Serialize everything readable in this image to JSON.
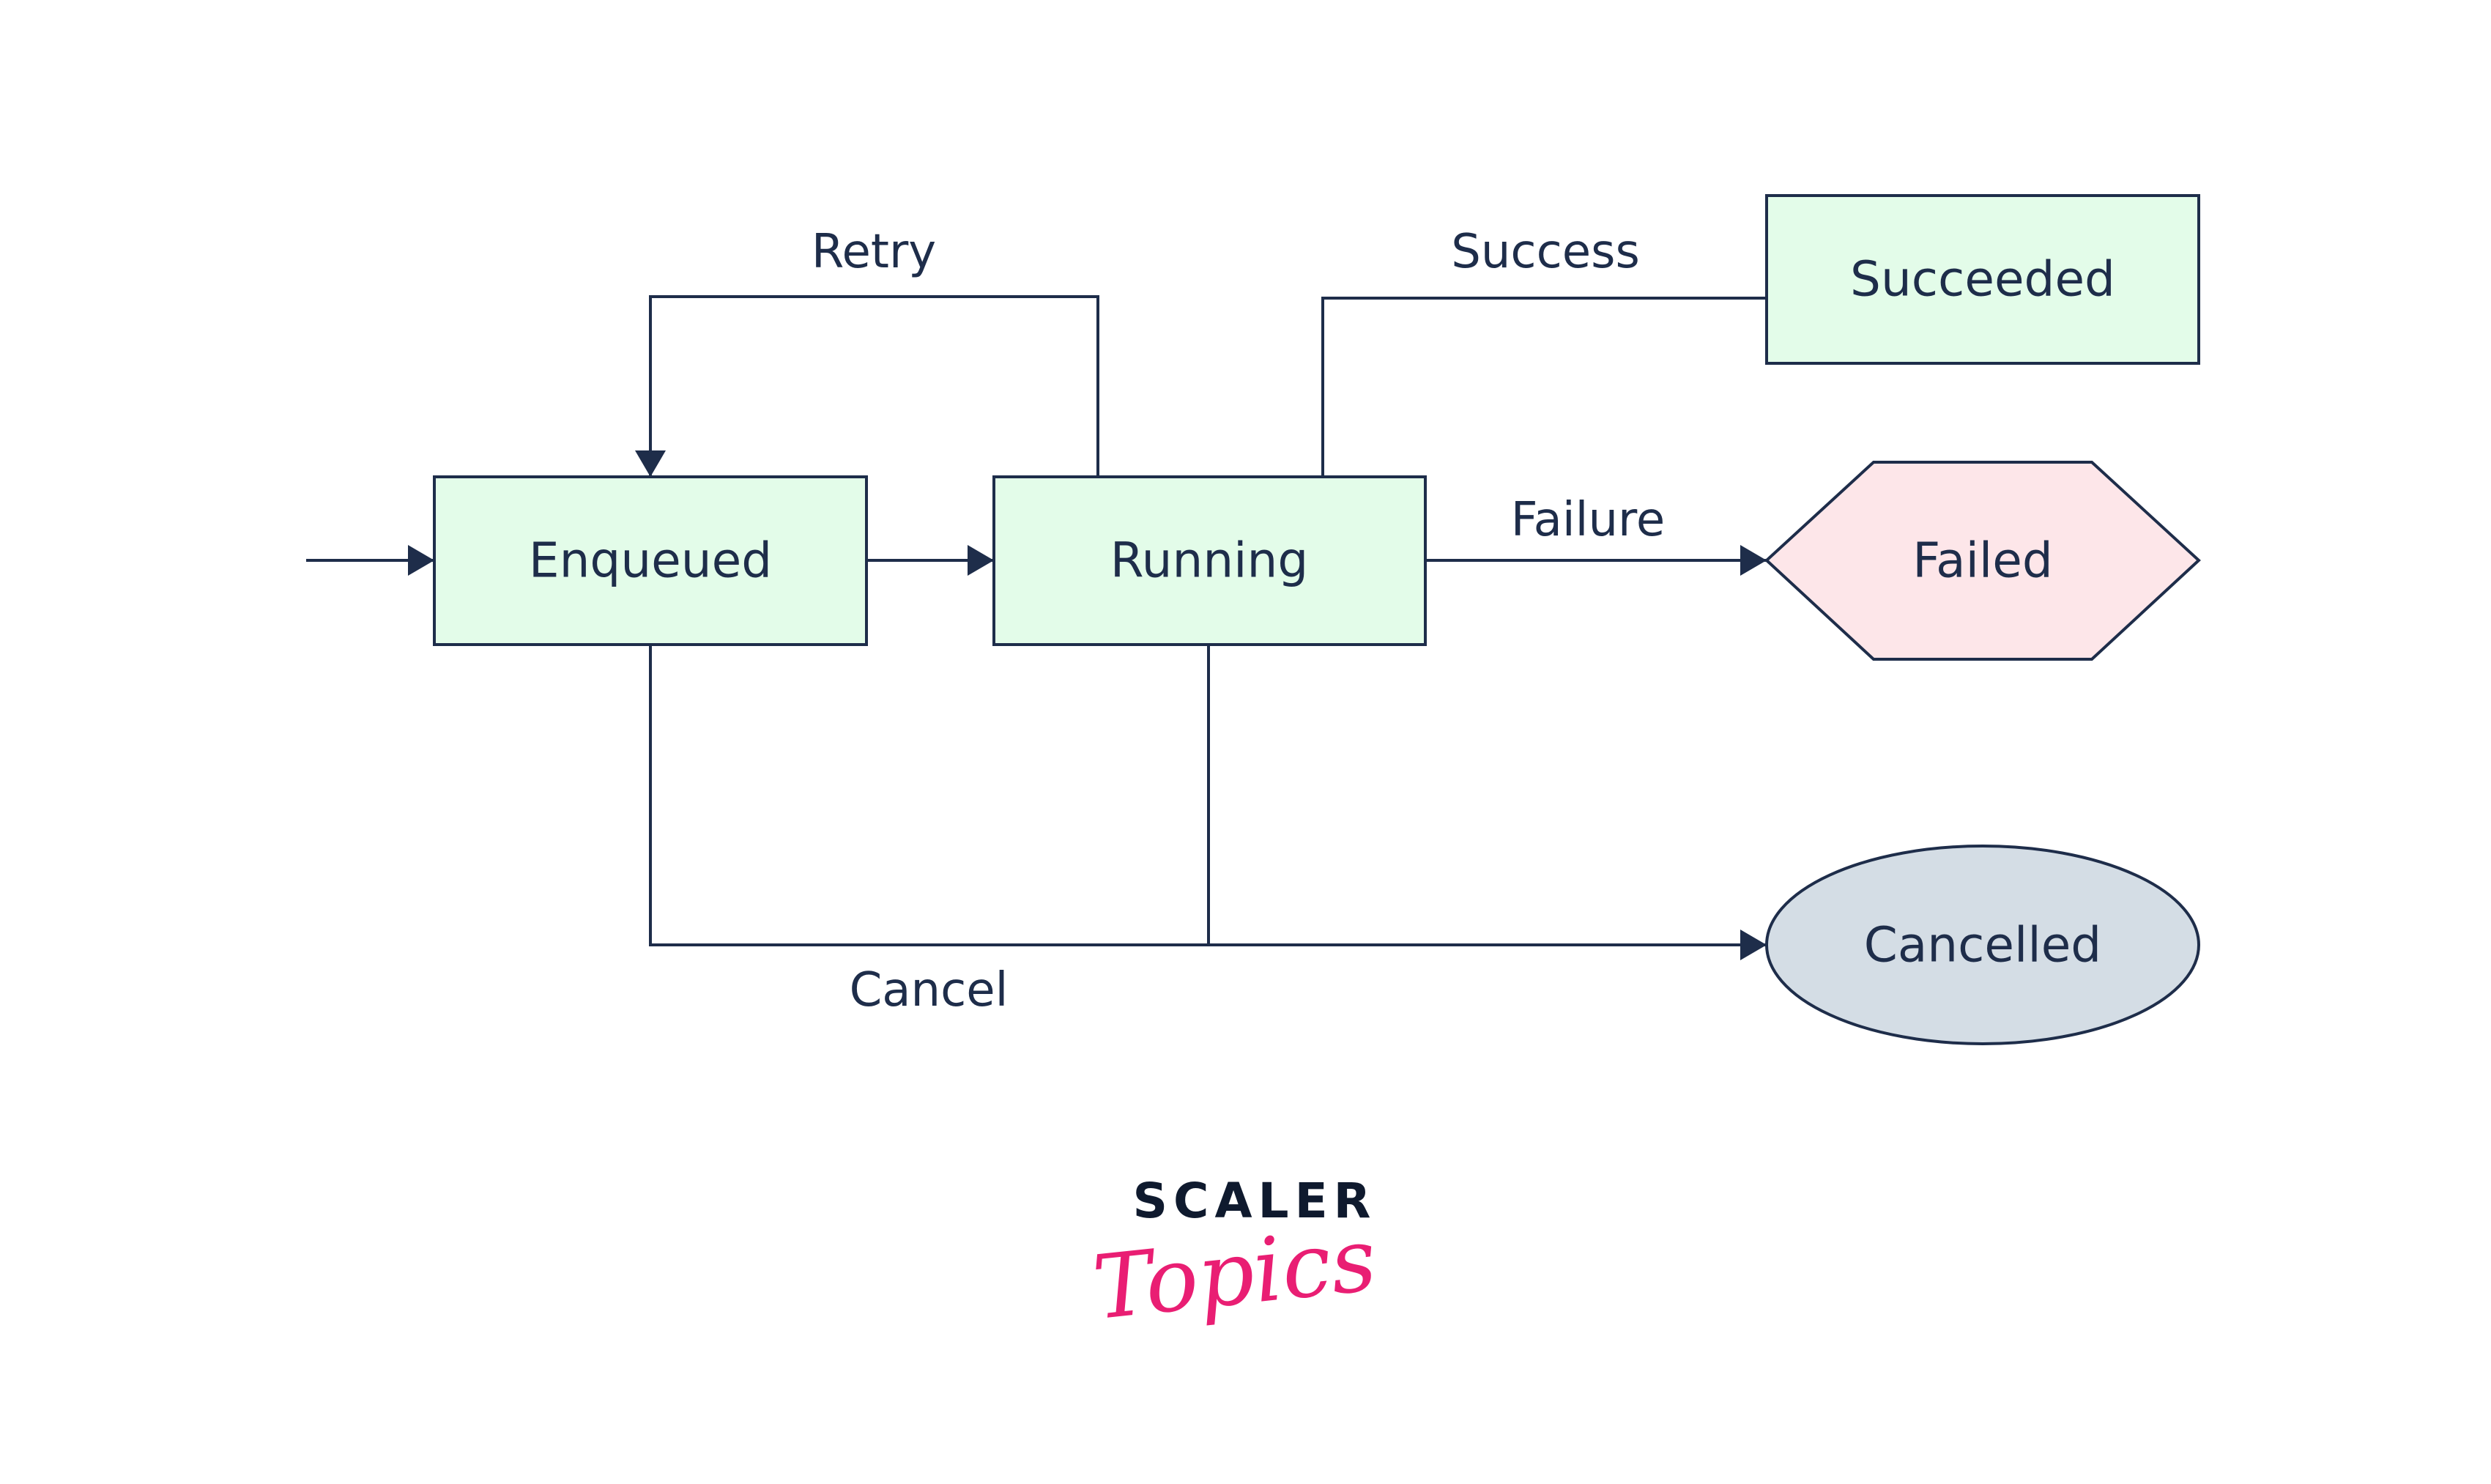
{
  "diagram": {
    "type": "state-diagram",
    "nodes": {
      "enqueued": {
        "label": "Enqueued",
        "shape": "rectangle",
        "fill": "#e3fce9"
      },
      "running": {
        "label": "Running",
        "shape": "rectangle",
        "fill": "#e3fce9"
      },
      "succeeded": {
        "label": "Succeeded",
        "shape": "rectangle",
        "fill": "#e3fce9"
      },
      "failed": {
        "label": "Failed",
        "shape": "hexagon",
        "fill": "#fde6e9"
      },
      "cancelled": {
        "label": "Cancelled",
        "shape": "ellipse",
        "fill": "#d4dde5"
      }
    },
    "edges": [
      {
        "from": "start",
        "to": "enqueued",
        "label": ""
      },
      {
        "from": "enqueued",
        "to": "running",
        "label": ""
      },
      {
        "from": "running",
        "to": "enqueued",
        "label": "Retry"
      },
      {
        "from": "running",
        "to": "succeeded",
        "label": "Success"
      },
      {
        "from": "running",
        "to": "failed",
        "label": "Failure"
      },
      {
        "from": "enqueued",
        "to": "cancelled",
        "label": "Cancel"
      },
      {
        "from": "running",
        "to": "cancelled",
        "label": "Cancel"
      }
    ],
    "edge_labels": {
      "retry": "Retry",
      "success": "Success",
      "failure": "Failure",
      "cancel": "Cancel"
    },
    "stroke_color": "#1e2d4a"
  },
  "logo": {
    "top": "SCALER",
    "bottom": "Topics",
    "top_color": "#0f1a2e",
    "bottom_color": "#e91e73"
  }
}
